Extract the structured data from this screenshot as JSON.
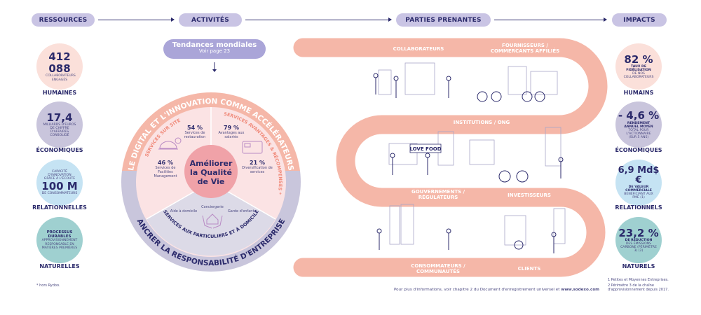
{
  "headers": {
    "resources": "RESSOURCES",
    "activities": "ACTIVITÉS",
    "stakeholders": "PARTIES PRENANTES",
    "impacts": "IMPACTS"
  },
  "resources": [
    {
      "value": "412 088",
      "text": "COLLABORATEURS ENGAGÉS",
      "label": "HUMAINES",
      "color": "#fbe0da"
    },
    {
      "value": "17,4",
      "text": "MILLIARDS D'EUROS DE CHIFFRE D'AFFAIRES CONSOLIDÉ",
      "label": "ÉCONOMIQUES",
      "color": "#c9c5dc"
    },
    {
      "pre": "CAPACITÉ D'INNOVATION GRÂCE À L'ÉCOUTE",
      "value": "100 M",
      "text": "DE CONSOMMATEURS",
      "label": "RELATIONNELLES",
      "color": "#c5e3f3"
    },
    {
      "bold": "PROCESSUS DURABLES",
      "text": "APPROVISIONNEMENT RESPONSABLE EN MATIÈRES PREMIÈRES",
      "label": "NATURELLES",
      "color": "#9fd0d0"
    }
  ],
  "resources_footnote": "* hors Rydoo.",
  "activities": {
    "trends_title": "Tendances mondiales",
    "trends_sub": "Voir page 23",
    "ring_top": "LE DIGITAL ET L'INNOVATION COMME ACCÉLÉRATEURS",
    "ring_bottom": "ANCRER LA RESPONSABILITÉ D'ENTREPRISE",
    "seg_onsite": "SERVICES SUR SITE",
    "seg_benefits": "SERVICES AVANTAGES & RÉCOMPENSES *",
    "seg_home": "SERVICES AUX PARTICULIERS ET À DOMICILE",
    "center": [
      "Améliorer",
      "la Qualité",
      "de Vie"
    ],
    "stats": [
      {
        "pct": "54 %",
        "label": "Services de restauration"
      },
      {
        "pct": "79 %",
        "label": "Avantages aux salariés"
      },
      {
        "pct": "46 %",
        "label": "Services de Facilities Management"
      },
      {
        "pct": "21 %",
        "label": "Diversification de services"
      }
    ],
    "home_items": [
      "Aide à domicile",
      "Conciergerie",
      "Garde d'enfants"
    ]
  },
  "stakeholders": {
    "labels": [
      "COLLABORATEURS",
      "FOURNISSEURS / COMMERCANTS AFFILIÉS",
      "INSTITUTIONS / ONG",
      "GOUVERNEMENTS / RÉGULATEURS",
      "INVESTISSEURS",
      "CONSOMMATEURS / COMMUNAUTÉS",
      "CLIENTS"
    ],
    "sign": "LOVE FOOD",
    "band_color": "#f5b7a8"
  },
  "impacts": [
    {
      "value": "82 %",
      "bold": "TAUX DE FIDÉLISATION",
      "text": "DE NOS COLLABORATEURS",
      "label": "HUMAINS",
      "color": "#fbe0da"
    },
    {
      "value": "- 4,6 %",
      "bold": "RENDEMENT ANNUEL MOYEN",
      "text": "TOTAL POUR L'ACTIONNAIRE (SUR 5 ANS)",
      "label": "ÉCONOMIQUES",
      "color": "#c9c5dc"
    },
    {
      "value": "6,9 Md$€",
      "bold": "DE VALEUR COMMERCIALE",
      "text": "BÉNÉFICIANT AUX PME (1)",
      "label": "RELATIONNELS",
      "color": "#c5e3f3"
    },
    {
      "value": "23,2 %",
      "bold": "DE RÉDUCTION",
      "text": "DES ÉMISSIONS CARBONE (PÉRIMÈTRE 3) (2)",
      "label": "NATURELS",
      "color": "#9fd0d0"
    }
  ],
  "impact_footnotes": [
    "1  Petites et Moyennes Entreprises.",
    "2  Périmètre 3 de la chaîne d'approvisionnement depuis 2017."
  ],
  "footer": {
    "text": "Pour plus d'informations, voir chapitre 2 du Document d'enregistrement universel et ",
    "link": "www.sodexo.com"
  }
}
